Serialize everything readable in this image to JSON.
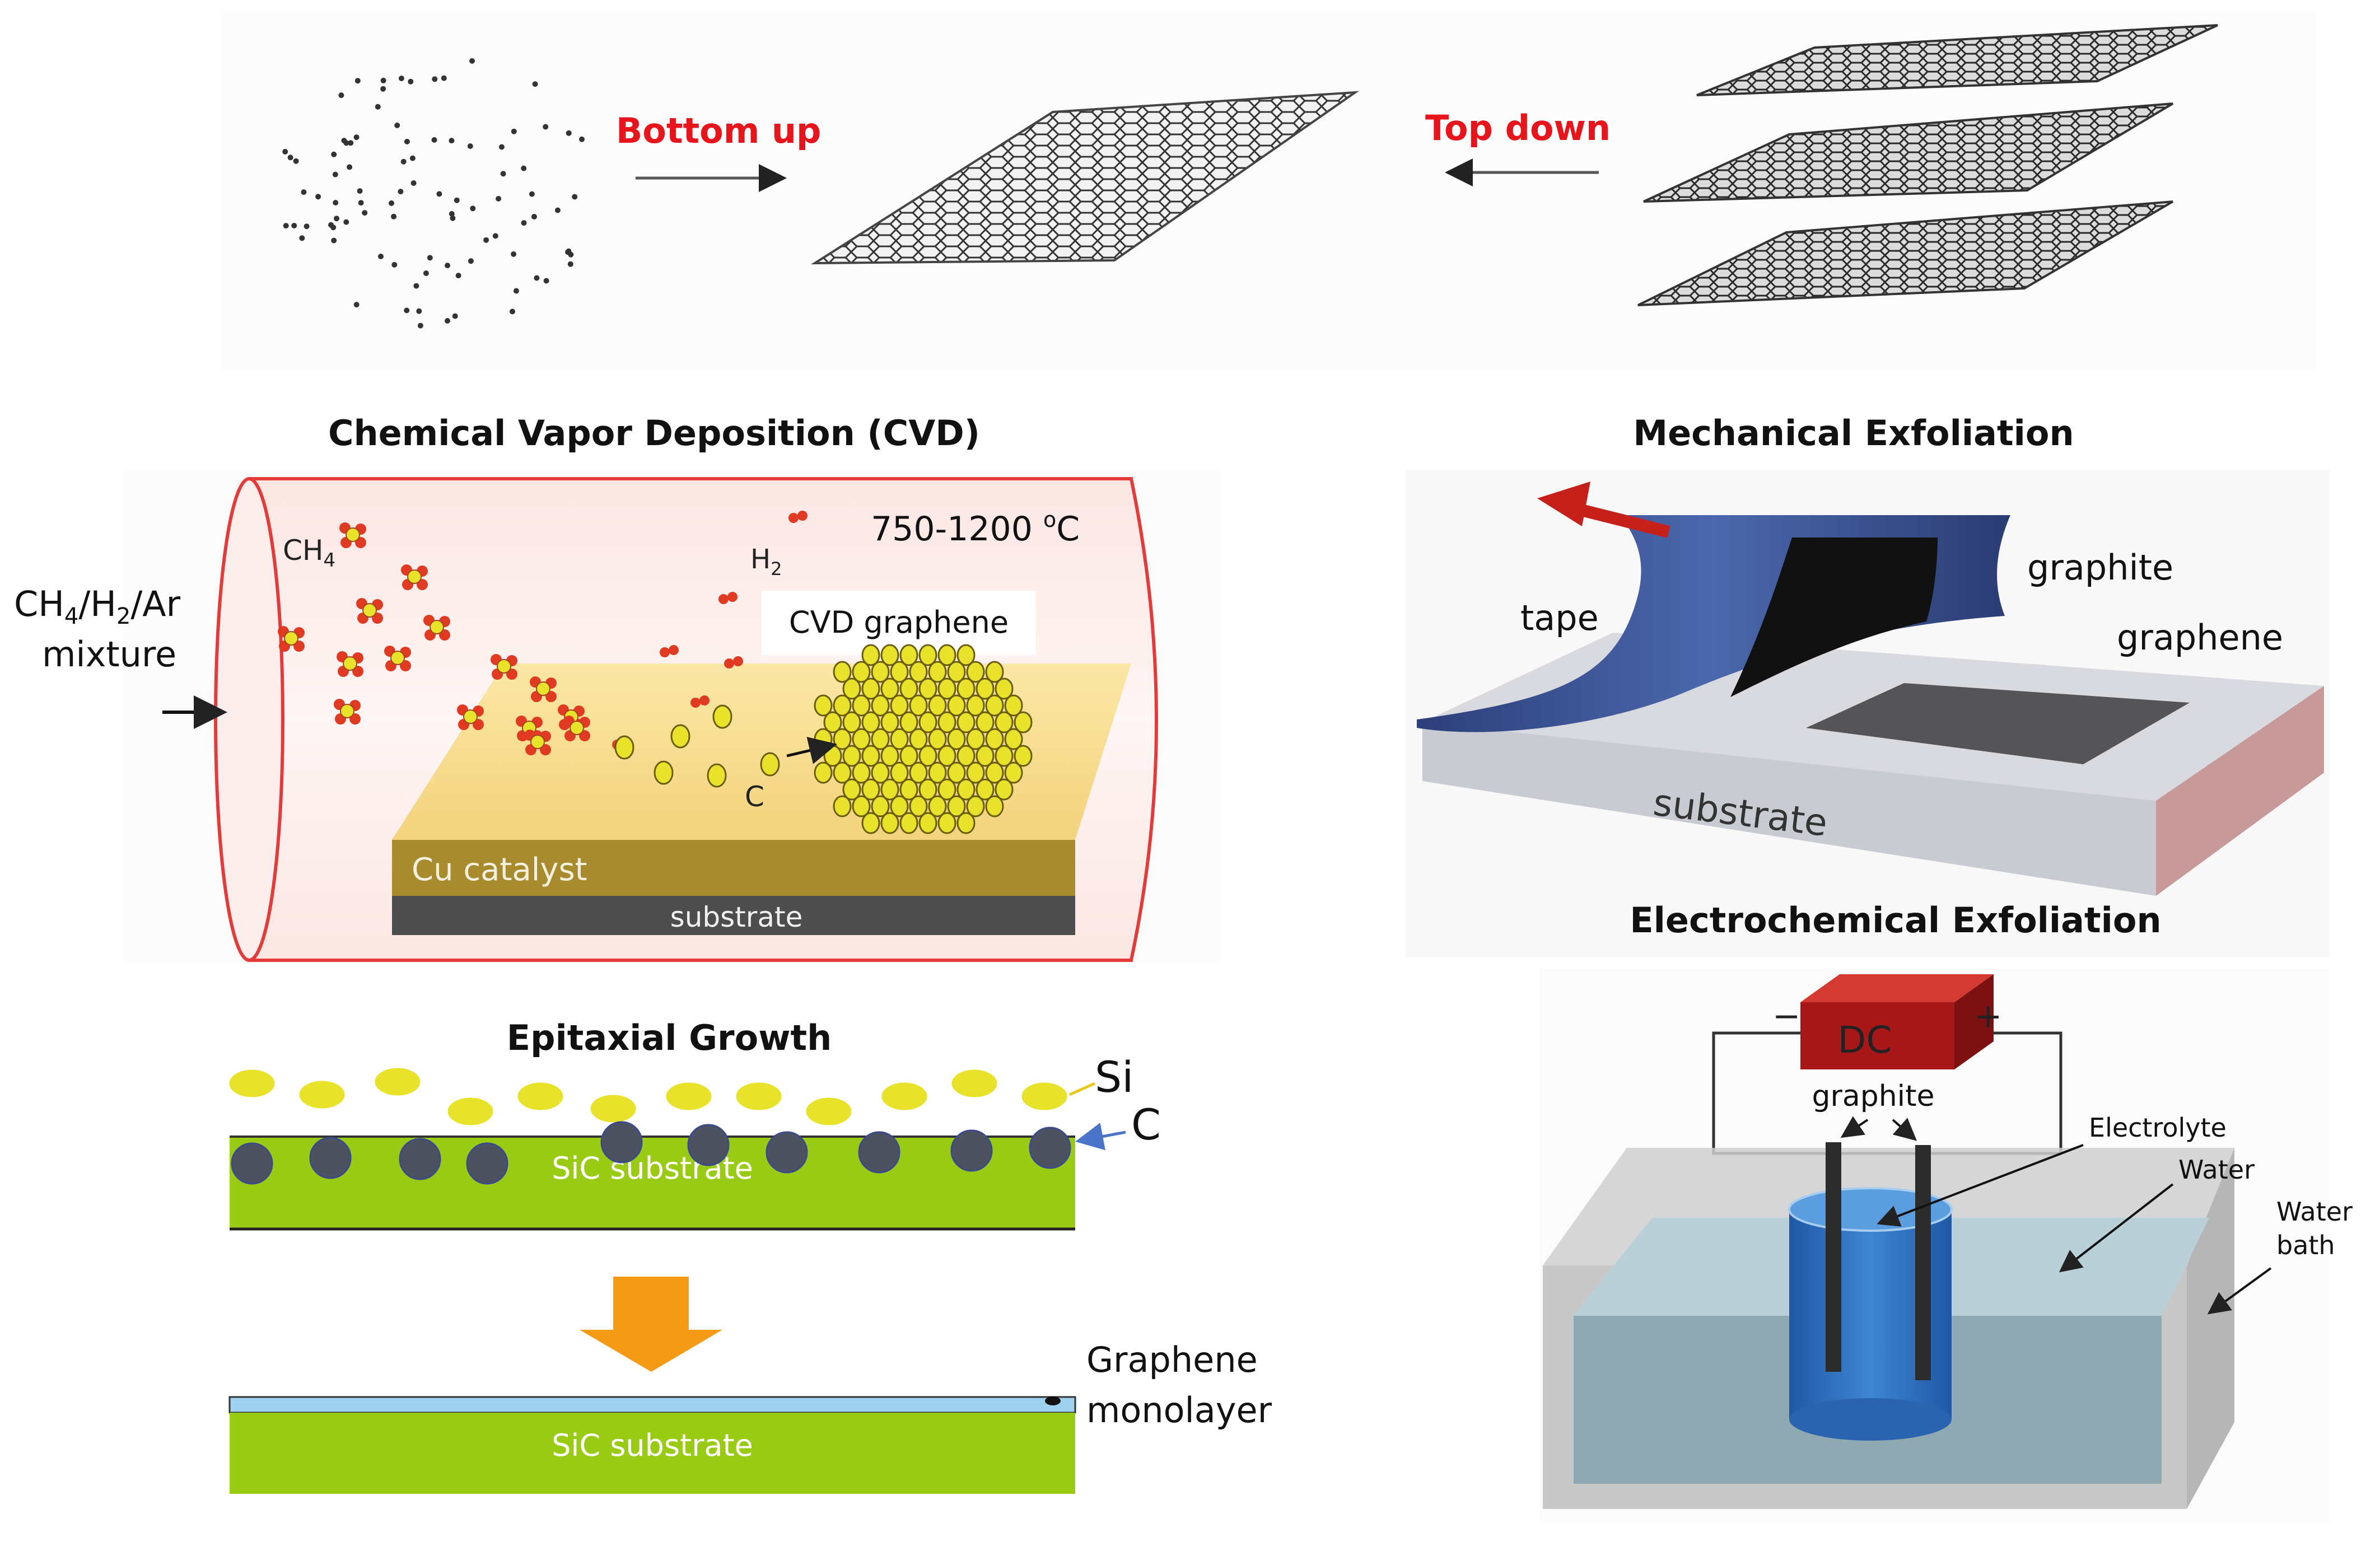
{
  "top": {
    "bottom_up_label": "Bottom up",
    "top_down_label": "Top down",
    "label_color": "#e8141c"
  },
  "cvd": {
    "title": "Chemical Vapor Deposition (CVD)",
    "temperature_prefix": "750-1200 ",
    "temperature_sup": "o",
    "temperature_unit": "C",
    "gas_base_1": "CH",
    "gas_sub_1": "4",
    "gas_slash_1": "/H",
    "gas_sub_2": "2",
    "gas_rest": "/Ar",
    "gas_line2": "mixture",
    "ch4_label": "CH",
    "ch4_sub": "4",
    "h2_label": "H",
    "h2_sub": "2",
    "graphene_box": "CVD graphene",
    "carbon_label": "C",
    "catalyst_label": "Cu catalyst",
    "substrate_label": "substrate"
  },
  "mech": {
    "title": "Mechanical Exfoliation",
    "graphite_label": "graphite",
    "tape_label": "tape",
    "graphene_label": "graphene",
    "substrate_label": "substrate"
  },
  "epi": {
    "title": "Epitaxial Growth",
    "si_label": "Si",
    "c_label": "C",
    "substrate_top": "SiC substrate",
    "substrate_bottom": "SiC substrate",
    "graphene_line1": "Graphene",
    "graphene_line2": "monolayer"
  },
  "electro": {
    "title": "Electrochemical Exfoliation",
    "dc_label": "DC",
    "minus_label": "−",
    "plus_label": "+",
    "graphite_label": "graphite",
    "electrolyte_label": "Electrolyte",
    "water_label": "Water",
    "bath_line1": "Water",
    "bath_line2": "bath"
  },
  "colors": {
    "red_accent": "#e8141c",
    "atom_red": "#e03a22",
    "atom_yellow": "#e8e22a",
    "green_substrate": "#98c913",
    "blue_tape": "#36508f",
    "dc_box": "#b31b1b"
  }
}
